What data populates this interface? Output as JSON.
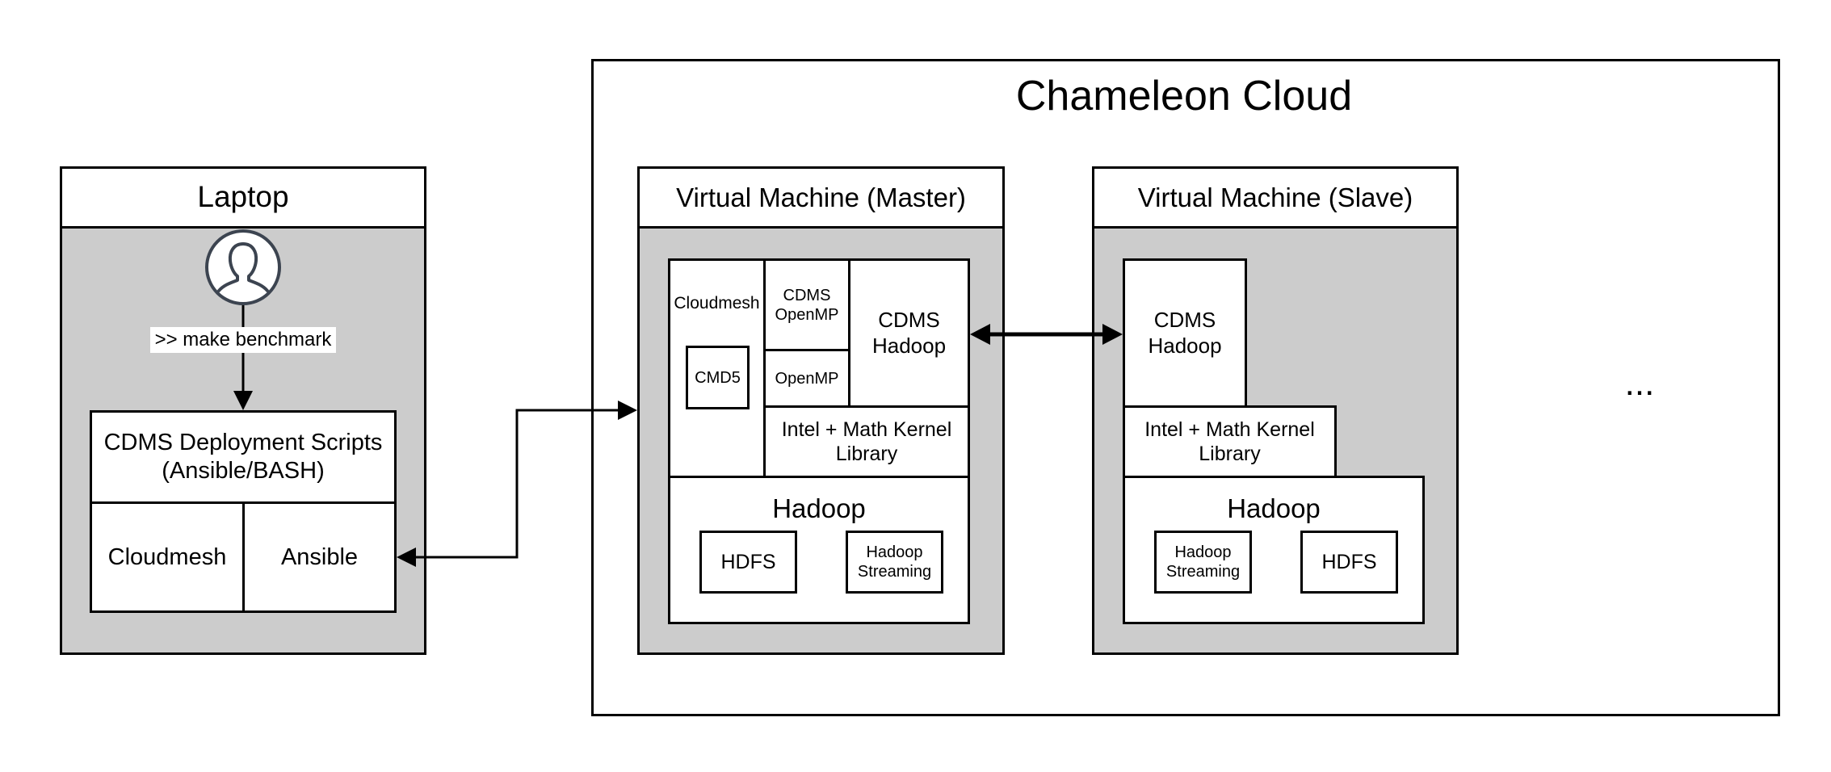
{
  "laptop": {
    "title": "Laptop",
    "command": ">> make benchmark",
    "scripts": "CDMS Deployment Scripts\n(Ansible/BASH)",
    "cloudmesh": "Cloudmesh",
    "ansible": "Ansible"
  },
  "cloud": {
    "title": "Chameleon Cloud",
    "ellipsis": "...",
    "master": {
      "title": "Virtual Machine (Master)",
      "cloudmesh": "Cloudmesh",
      "cmd5": "CMD5",
      "cdms_openmp": "CDMS\nOpenMP",
      "openmp": "OpenMP",
      "cdms_hadoop": "CDMS\nHadoop",
      "intel_mkl": "Intel  + Math Kernel\nLibrary",
      "hadoop": "Hadoop",
      "hdfs": "HDFS",
      "hadoop_streaming": "Hadoop\nStreaming"
    },
    "slave": {
      "title": "Virtual Machine (Slave)",
      "cdms_hadoop": "CDMS\nHadoop",
      "intel_mkl": "Intel  + Math Kernel\nLibrary",
      "hadoop": "Hadoop",
      "hadoop_streaming": "Hadoop\nStreaming",
      "hdfs": "HDFS"
    }
  }
}
